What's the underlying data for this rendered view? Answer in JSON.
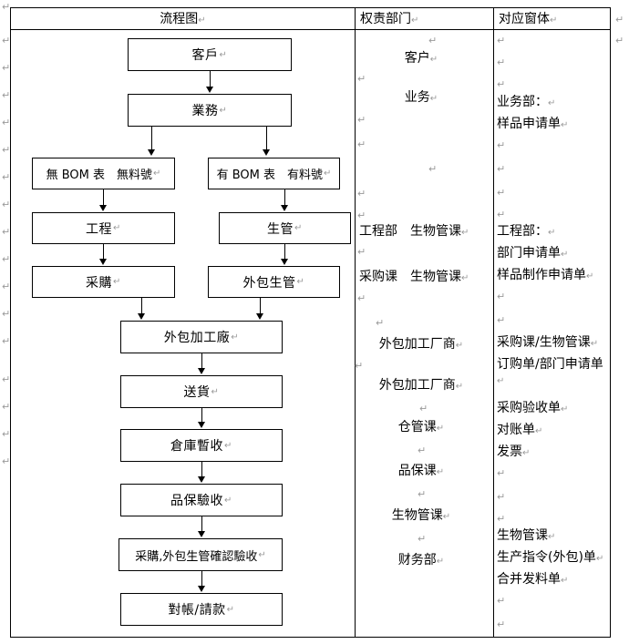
{
  "document": {
    "type": "flowchart-table",
    "paragraph_mark": "↵"
  },
  "table": {
    "headers": [
      {
        "key": "flow",
        "label": "流程图"
      },
      {
        "key": "dept",
        "label": "权责部门"
      },
      {
        "key": "form",
        "label": "对应窗体"
      }
    ]
  },
  "flowchart": {
    "nodes": [
      {
        "id": "customer",
        "label": "客戶"
      },
      {
        "id": "sales",
        "label": "業務"
      },
      {
        "id": "no-bom",
        "label": "無 BOM 表　無料號"
      },
      {
        "id": "has-bom",
        "label": "有 BOM 表　有料號"
      },
      {
        "id": "engineering",
        "label": "工程"
      },
      {
        "id": "production",
        "label": "生管"
      },
      {
        "id": "purchasing",
        "label": "采購"
      },
      {
        "id": "outsource-pm",
        "label": "外包生管"
      },
      {
        "id": "outsource-factory",
        "label": "外包加工廠"
      },
      {
        "id": "delivery",
        "label": "送貨"
      },
      {
        "id": "warehouse",
        "label": "倉庫暫收"
      },
      {
        "id": "qa-inspection",
        "label": "品保驗收"
      },
      {
        "id": "confirm",
        "label": "采購,外包生管確認驗收"
      },
      {
        "id": "billing",
        "label": "對帳/請款"
      }
    ]
  },
  "dept_column": {
    "entries": [
      {
        "id": "dept-customer",
        "text": "客户"
      },
      {
        "id": "dept-sales",
        "text": "业务"
      },
      {
        "id": "dept-eng",
        "text": "工程部　生物管课"
      },
      {
        "id": "dept-purchase",
        "text": "采购课　生物管课"
      },
      {
        "id": "dept-vendor-1",
        "text": "外包加工厂商"
      },
      {
        "id": "dept-vendor-2",
        "text": "外包加工厂商"
      },
      {
        "id": "dept-warehouse",
        "text": "仓管课"
      },
      {
        "id": "dept-qa",
        "text": "品保课"
      },
      {
        "id": "dept-bio",
        "text": "生物管课"
      },
      {
        "id": "dept-finance",
        "text": "财务部"
      }
    ]
  },
  "form_column": {
    "entries": [
      {
        "id": "form-sales-dept",
        "text": "业务部："
      },
      {
        "id": "form-sample-req",
        "text": "样品申请单"
      },
      {
        "id": "form-eng-dept",
        "text": "工程部："
      },
      {
        "id": "form-dept-req",
        "text": "部门申请单"
      },
      {
        "id": "form-sample-make",
        "text": "样品制作申请单"
      },
      {
        "id": "form-purch-bio",
        "text": "采购课/生物管课"
      },
      {
        "id": "form-order-dept",
        "text": "订购单/部门申请单"
      },
      {
        "id": "form-purch-recv",
        "text": "采购验收单"
      },
      {
        "id": "form-statement",
        "text": "对账单"
      },
      {
        "id": "form-invoice",
        "text": "发票"
      },
      {
        "id": "form-bio-mgmt",
        "text": "生物管课"
      },
      {
        "id": "form-prod-order",
        "text": "生产指令(外包)单"
      },
      {
        "id": "form-merge-issue",
        "text": "合并发料单"
      }
    ]
  },
  "colors": {
    "border": "#000000",
    "text": "#000000",
    "pilcrow": "#9a9a9a",
    "background": "#ffffff"
  }
}
